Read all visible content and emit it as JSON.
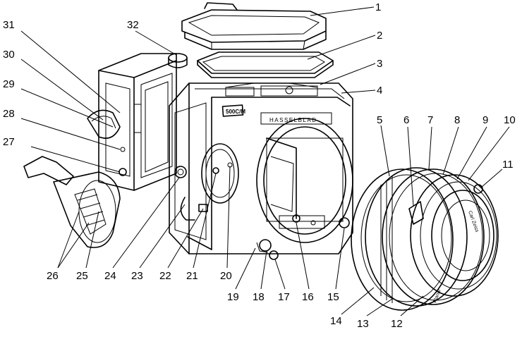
{
  "callouts": [
    {
      "id": 1,
      "label": "1"
    },
    {
      "id": 2,
      "label": "2"
    },
    {
      "id": 3,
      "label": "3"
    },
    {
      "id": 4,
      "label": "4"
    },
    {
      "id": 5,
      "label": "5"
    },
    {
      "id": 6,
      "label": "6"
    },
    {
      "id": 7,
      "label": "7"
    },
    {
      "id": 8,
      "label": "8"
    },
    {
      "id": 9,
      "label": "9"
    },
    {
      "id": 10,
      "label": "10"
    },
    {
      "id": 11,
      "label": "11"
    },
    {
      "id": 12,
      "label": "12"
    },
    {
      "id": 13,
      "label": "13"
    },
    {
      "id": 14,
      "label": "14"
    },
    {
      "id": 15,
      "label": "15"
    },
    {
      "id": 16,
      "label": "16"
    },
    {
      "id": 17,
      "label": "17"
    },
    {
      "id": 18,
      "label": "18"
    },
    {
      "id": 19,
      "label": "19"
    },
    {
      "id": 20,
      "label": "20"
    },
    {
      "id": 21,
      "label": "21"
    },
    {
      "id": 22,
      "label": "22"
    },
    {
      "id": 23,
      "label": "23"
    },
    {
      "id": 24,
      "label": "24"
    },
    {
      "id": 25,
      "label": "25"
    },
    {
      "id": 26,
      "label": "26"
    },
    {
      "id": 27,
      "label": "27"
    },
    {
      "id": 28,
      "label": "28"
    },
    {
      "id": 29,
      "label": "29"
    },
    {
      "id": 30,
      "label": "30"
    },
    {
      "id": 31,
      "label": "31"
    },
    {
      "id": 32,
      "label": "32"
    }
  ],
  "body_text": {
    "brand": "HASSELBLAD",
    "model": "500C/M"
  },
  "lens_text": {
    "maker": "Carl Zeiss",
    "name": "Planar"
  }
}
